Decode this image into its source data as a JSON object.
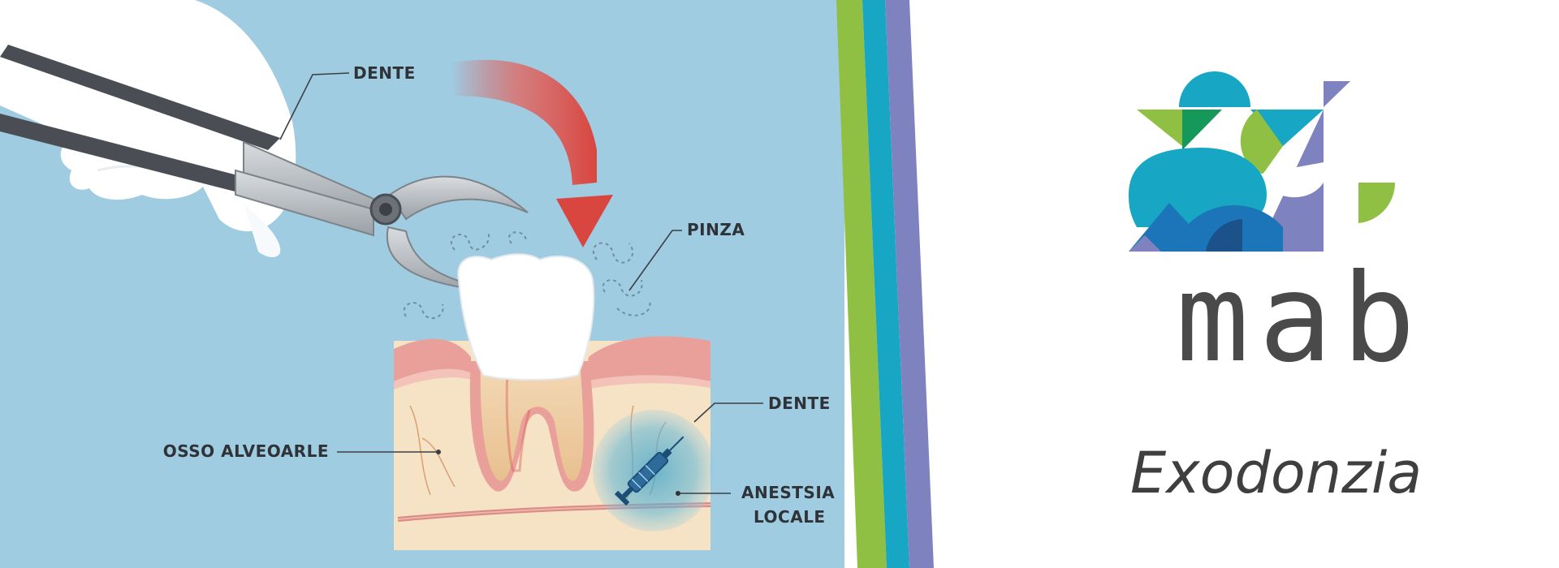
{
  "illustration": {
    "labels": {
      "dente_top": "DENTE",
      "pinza": "PINZA",
      "dente_right": "DENTE",
      "osso": "OSSO ALVEOARLE",
      "anestesia_1": "ANESTSIA",
      "anestesia_2": "LOCALE"
    }
  },
  "brand": {
    "name": "mab",
    "subtitle": "Exodonzia"
  },
  "colors": {
    "sky": "#a0cce2",
    "stripe_green": "#8fc044",
    "stripe_teal": "#17a6c3",
    "stripe_purple": "#7e83bf",
    "arrow_red": "#d9534f",
    "gum": "#e9a09a",
    "bone": "#f6e2c4",
    "text_dark": "#4a4a4a"
  }
}
